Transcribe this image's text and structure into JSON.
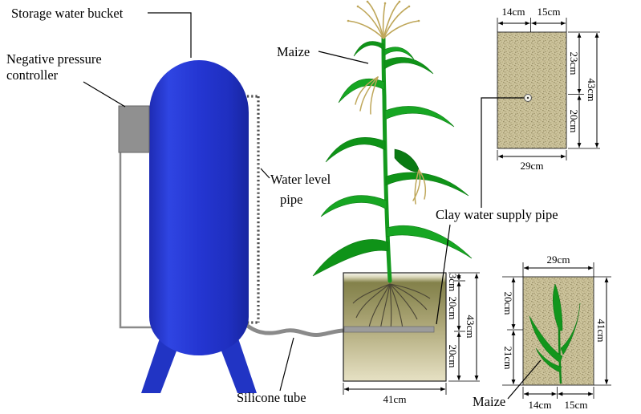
{
  "figure": {
    "labels": {
      "storage_bucket": "Storage water bucket",
      "negative_pressure_line1": "Negative pressure",
      "negative_pressure_line2": "controller",
      "maize_plant": "Maize",
      "water_level_line1": "Water level",
      "water_level_line2": "pipe",
      "clay_pipe": "Clay water supply pipe",
      "silicone_tube": "Silicone tube",
      "maize_seedling": "Maize"
    },
    "pot_dimensions": {
      "top_gap": "3cm",
      "upper": "20cm",
      "lower": "20cm",
      "total_height": "43cm",
      "width": "41cm"
    },
    "top_view": {
      "width_left": "14cm",
      "width_right": "15cm",
      "height_upper": "23cm",
      "height_lower": "20cm",
      "height_total": "43cm",
      "width_total": "29cm"
    },
    "side_view": {
      "width_total": "29cm",
      "height_upper": "20cm",
      "height_lower": "21cm",
      "height_total": "41cm",
      "width_left": "14cm",
      "width_right": "15cm"
    },
    "colors": {
      "tank_blue": "#2436d2",
      "soil_khaki": "#cdc49d",
      "leaf_green": "#119a1d",
      "tassel_tan": "#bfa75a",
      "pipe_gray": "#8a8a8a"
    }
  }
}
